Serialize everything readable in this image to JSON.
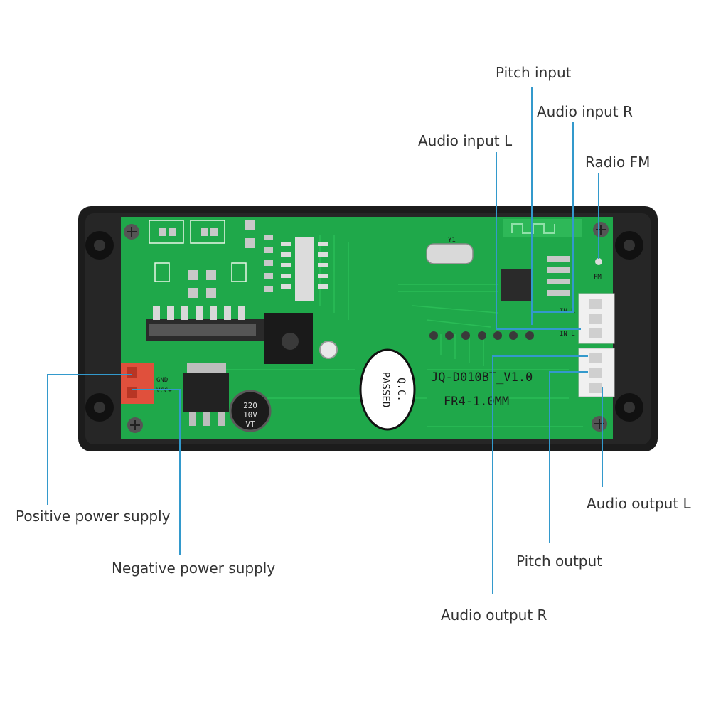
{
  "labels": {
    "pitch_input": "Pitch input",
    "audio_input_r": "Audio input R",
    "audio_input_l": "Audio input L",
    "radio_fm": "Radio FM",
    "positive_power": "Positive power supply",
    "negative_power": "Negative power supply",
    "audio_output_l": "Audio output L",
    "pitch_output": "Pitch output",
    "audio_output_r": "Audio output R"
  },
  "board": {
    "model": "JQ-D010BT_V1.0",
    "material": "FR4-1.0MM",
    "qc_line1": "Q.C.",
    "qc_line2": "PASSED",
    "cap_text1": "220",
    "cap_text2": "10V",
    "cap_text3": "VT",
    "pin_gnd": "GND",
    "pin_vcc": "VCC+",
    "pin_inr": "IN R",
    "pin_inl": "IN L",
    "pin_fm": "FM",
    "crystal": "Y1"
  },
  "colors": {
    "pcb": "#1fa84a",
    "enclosure": "#1c1c1c",
    "callout": "#3399cc"
  }
}
